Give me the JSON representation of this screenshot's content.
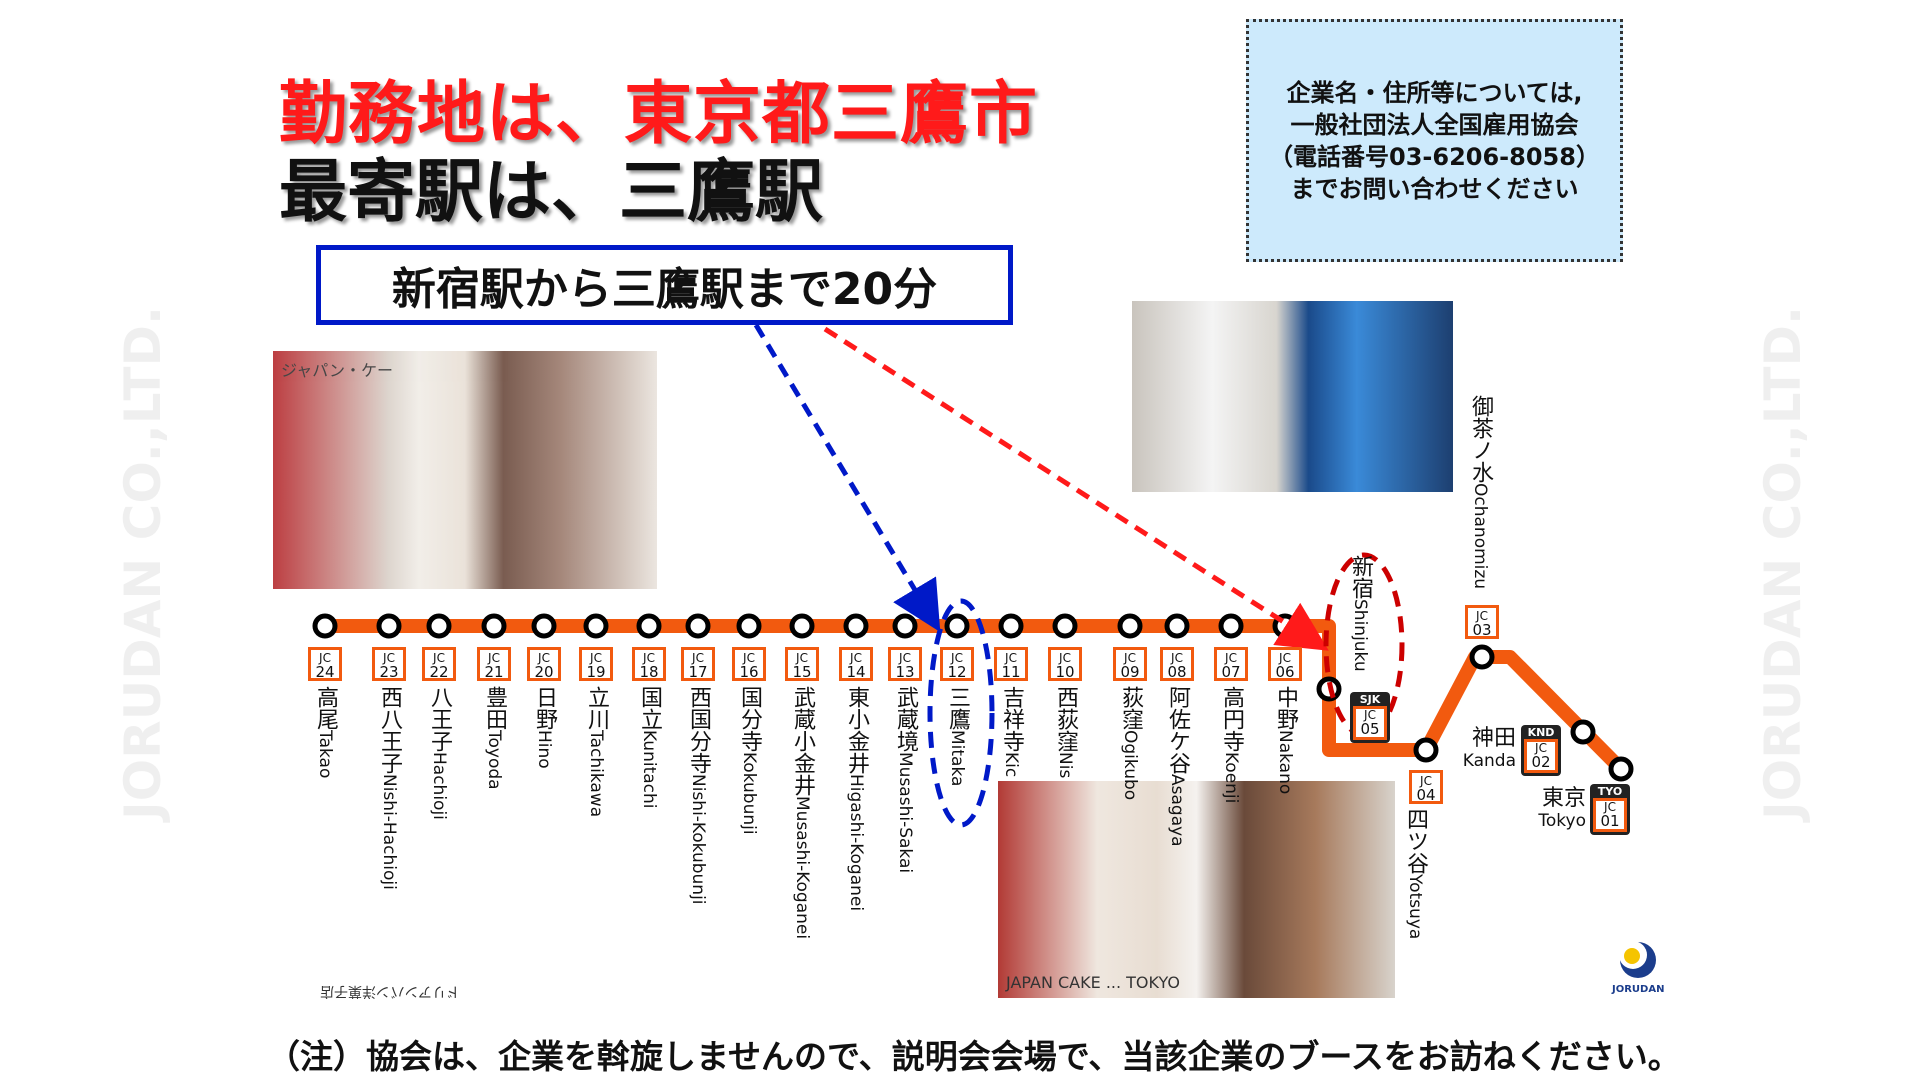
{
  "header": {
    "title_line1": "勤務地は、東京都三鷹市",
    "title_line2": "最寄駅は、三鷹駅"
  },
  "info_box": {
    "lines": [
      "企業名・住所等については,",
      "一般社団法人全国雇用協会",
      "（電話番号03-6206-8058）",
      "までお問い合わせください"
    ]
  },
  "callout": "新宿駅から三鷹駅まで20分",
  "photos": {
    "left_caption": "ジャパン・ケー",
    "bottom_caption": "JAPAN CAKE ... TOKYO"
  },
  "line_color": "#f25a0f",
  "stations_main": [
    {
      "code": "JC",
      "num": "24",
      "ja": "高尾",
      "en": "Takao"
    },
    {
      "code": "JC",
      "num": "23",
      "ja": "西八王子",
      "en": "Nishi-Hachioji"
    },
    {
      "code": "JC",
      "num": "22",
      "ja": "八王子",
      "en": "Hachioji"
    },
    {
      "code": "JC",
      "num": "21",
      "ja": "豊田",
      "en": "Toyoda"
    },
    {
      "code": "JC",
      "num": "20",
      "ja": "日野",
      "en": "Hino"
    },
    {
      "code": "JC",
      "num": "19",
      "ja": "立川",
      "en": "Tachikawa"
    },
    {
      "code": "JC",
      "num": "18",
      "ja": "国立",
      "en": "Kunitachi"
    },
    {
      "code": "JC",
      "num": "17",
      "ja": "西国分寺",
      "en": "Nishi-Kokubunji"
    },
    {
      "code": "JC",
      "num": "16",
      "ja": "国分寺",
      "en": "Kokubunji"
    },
    {
      "code": "JC",
      "num": "15",
      "ja": "武蔵小金井",
      "en": "Musashi-Koganei"
    },
    {
      "code": "JC",
      "num": "14",
      "ja": "東小金井",
      "en": "Higashi-Koganei"
    },
    {
      "code": "JC",
      "num": "13",
      "ja": "武蔵境",
      "en": "Musashi-Sakai"
    },
    {
      "code": "JC",
      "num": "12",
      "ja": "三鷹",
      "en": "Mitaka"
    },
    {
      "code": "JC",
      "num": "11",
      "ja": "吉祥寺",
      "en": "Kic"
    },
    {
      "code": "JC",
      "num": "10",
      "ja": "西荻窪",
      "en": "Nis"
    },
    {
      "code": "JC",
      "num": "09",
      "ja": "荻窪",
      "en": "Ogikubo"
    },
    {
      "code": "JC",
      "num": "08",
      "ja": "阿佐ケ谷",
      "en": "Asagaya"
    },
    {
      "code": "JC",
      "num": "07",
      "ja": "高円寺",
      "en": "Koenji"
    },
    {
      "code": "JC",
      "num": "06",
      "ja": "中野",
      "en": "Nakano"
    }
  ],
  "stations_east": {
    "shinjuku": {
      "code": "JC",
      "num": "05",
      "hub": "SJK",
      "ja": "新宿",
      "en": "Shinjuku"
    },
    "yotsuya": {
      "code": "JC",
      "num": "04",
      "ja": "四ツ谷",
      "en": "Yotsuya"
    },
    "ochanomizu": {
      "code": "JC",
      "num": "03",
      "ja": "御茶ノ水",
      "en": "Ochanomizu"
    },
    "kanda": {
      "code": "JC",
      "num": "02",
      "hub": "KND",
      "ja": "神田",
      "en": "Kanda"
    },
    "tokyo": {
      "code": "JC",
      "num": "01",
      "hub": "TYO",
      "ja": "東京",
      "en": "Tokyo"
    }
  },
  "watermark": "JORUDAN CO.,LTD.",
  "mirrored_text": "ドリアンバン洋菓子店",
  "logo_text": "JORUDAN",
  "footer_note": "（注）協会は、企業を斡旋しませんので、説明会会場で、当該企業のブースをお訪ねください。"
}
